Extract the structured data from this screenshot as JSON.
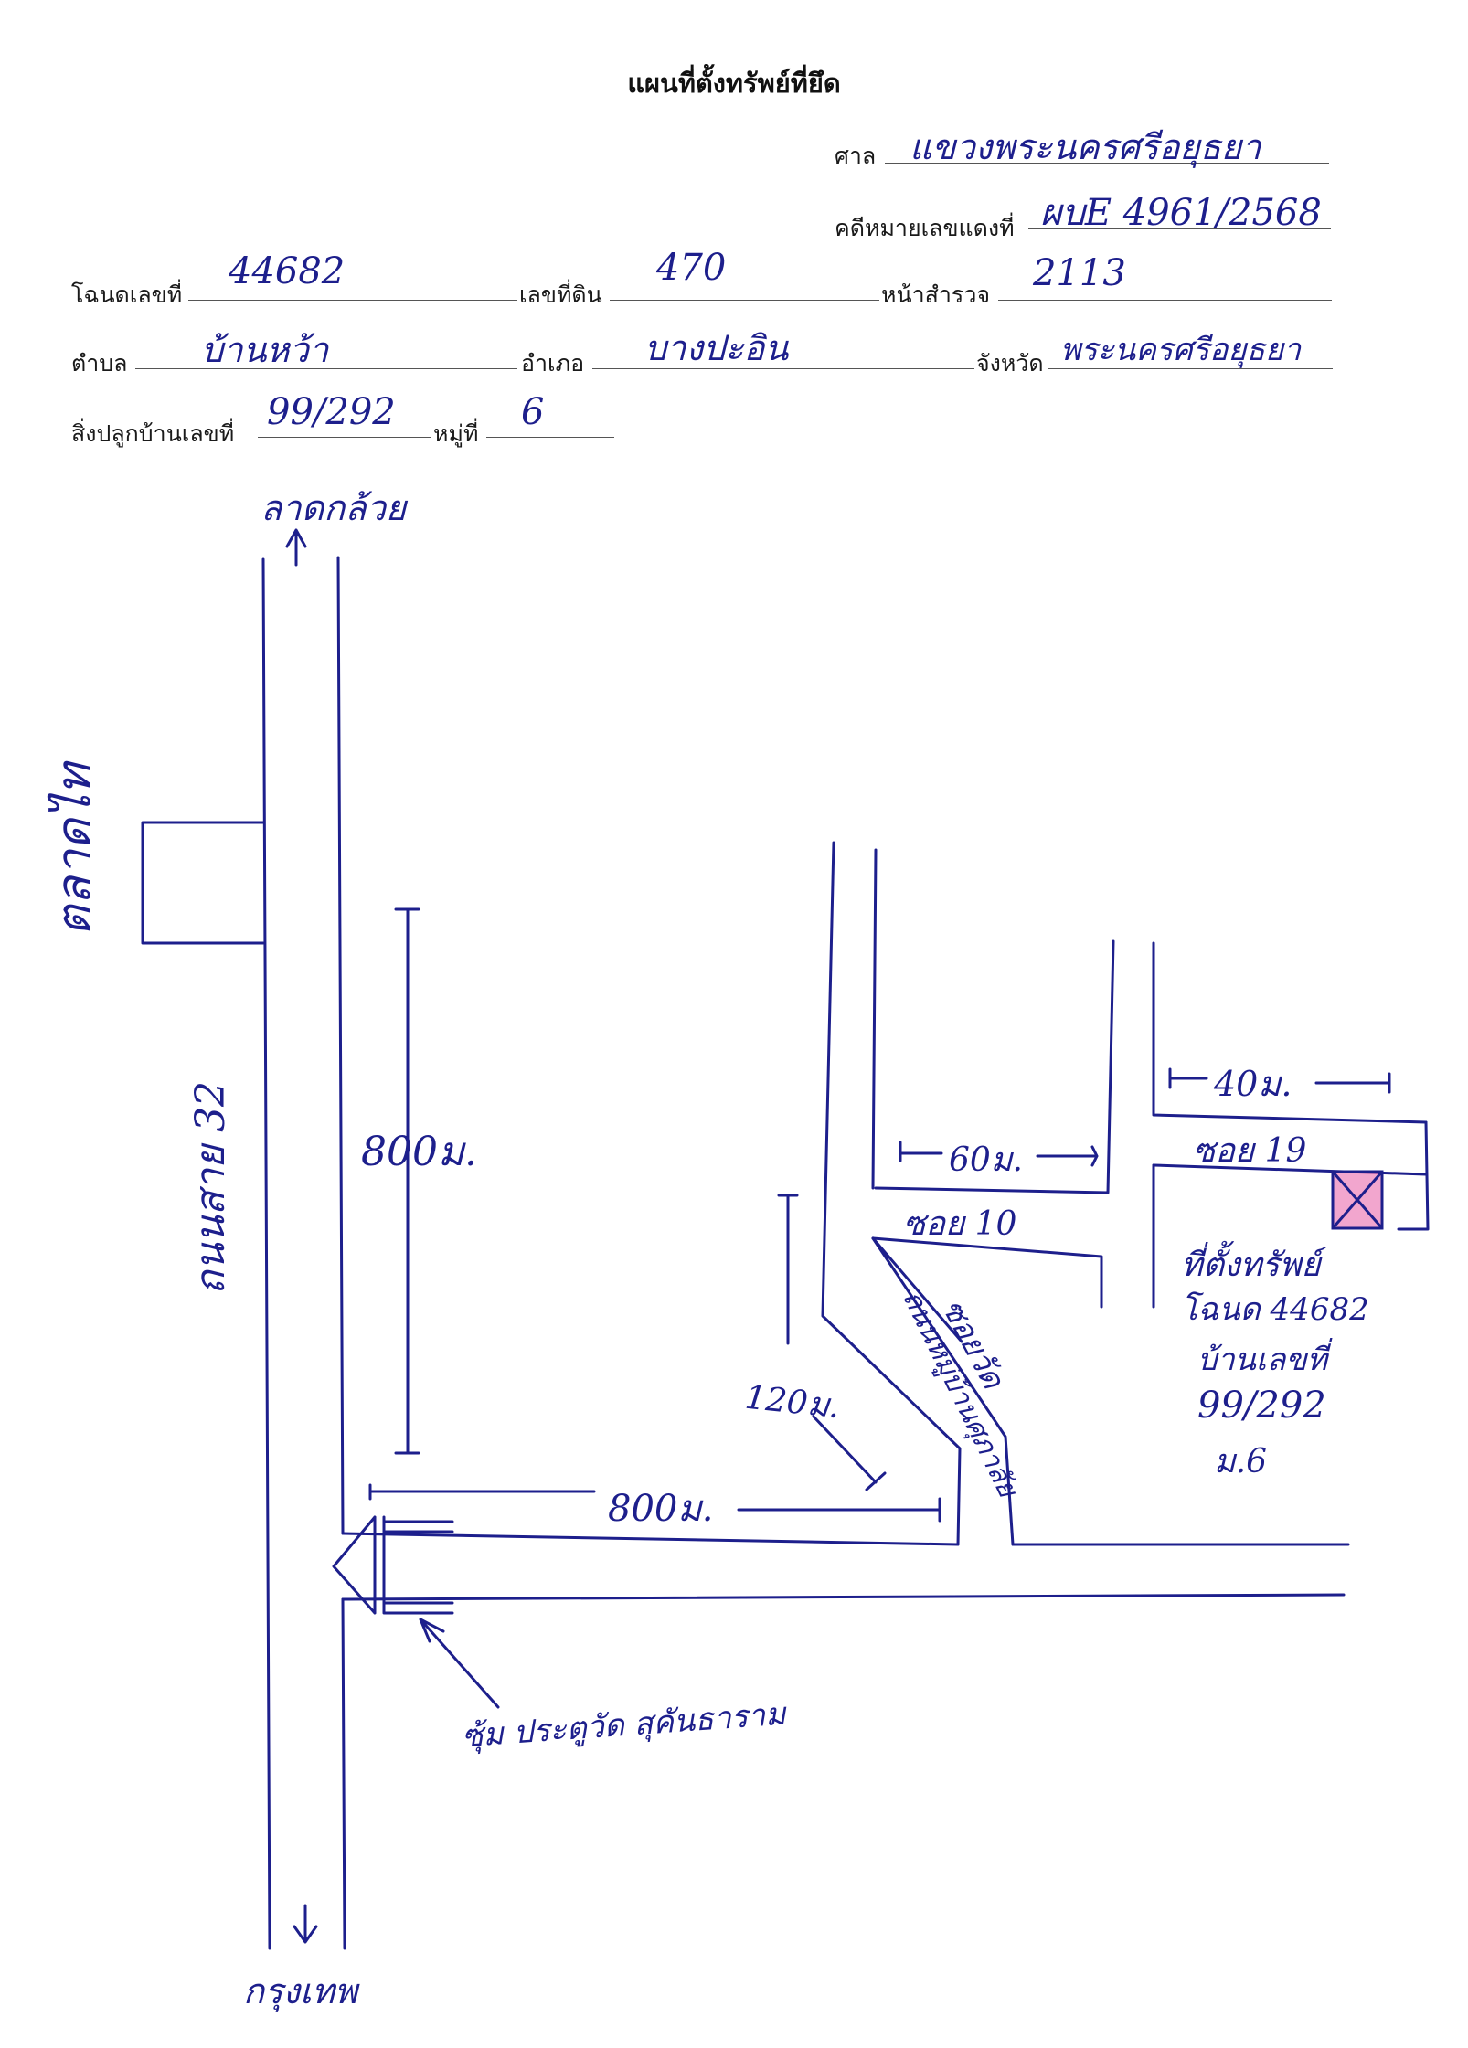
{
  "header": {
    "title": "แผนที่ตั้งทรัพย์ที่ยึด",
    "court_label": "ศาล",
    "court_value": "แขวงพระนครศรีอยุธยา",
    "case_label": "คดีหมายเลขแดงที่",
    "case_value": "ผบE 4961/2568",
    "deed_label": "โฉนดเลขที่",
    "deed_value": "44682",
    "land_label": "เลขที่ดิน",
    "land_value": "470",
    "survey_label": "หน้าสำรวจ",
    "survey_value": "2113",
    "tambon_label": "ตำบล",
    "tambon_value": "บ้านหว้า",
    "amphoe_label": "อำเภอ",
    "amphoe_value": "บางปะอิน",
    "province_label": "จังหวัด",
    "province_value": "พระนครศรีอยุธยา",
    "house_label": "สิ่งปลูกบ้านเลขที่",
    "house_value": "99/292",
    "moo_label": "หมู่ที่",
    "moo_value": "6"
  },
  "map": {
    "north_label": "ลาดกล้วย",
    "south_label": "กรุงเทพ",
    "highway_label": "ถนนสาย 32",
    "market_label": "ตลาดไท",
    "dist_800_vertical": "800ม.",
    "dist_800_horizontal": "800ม.",
    "dist_120": "120ม.",
    "dist_60": "60ม.",
    "dist_40": "40ม.",
    "soi_10": "ซอย 10",
    "soi_19": "ซอย 19",
    "road_name_1": "ซอยวัด",
    "road_name_2": "ถนนหมู่บ้านศุภาลัย",
    "gate_label": "ซุ้ม ประตูวัด สุคันธาราม",
    "property_line1": "ที่ตั้งทรัพย์",
    "property_line2": "โฉนด 44682",
    "property_line3": "บ้านเลขที่",
    "property_line4": "99/292",
    "property_line5": "ม.6",
    "ink_color": "#1d1f8c",
    "marker_color": "#e85ca6"
  }
}
